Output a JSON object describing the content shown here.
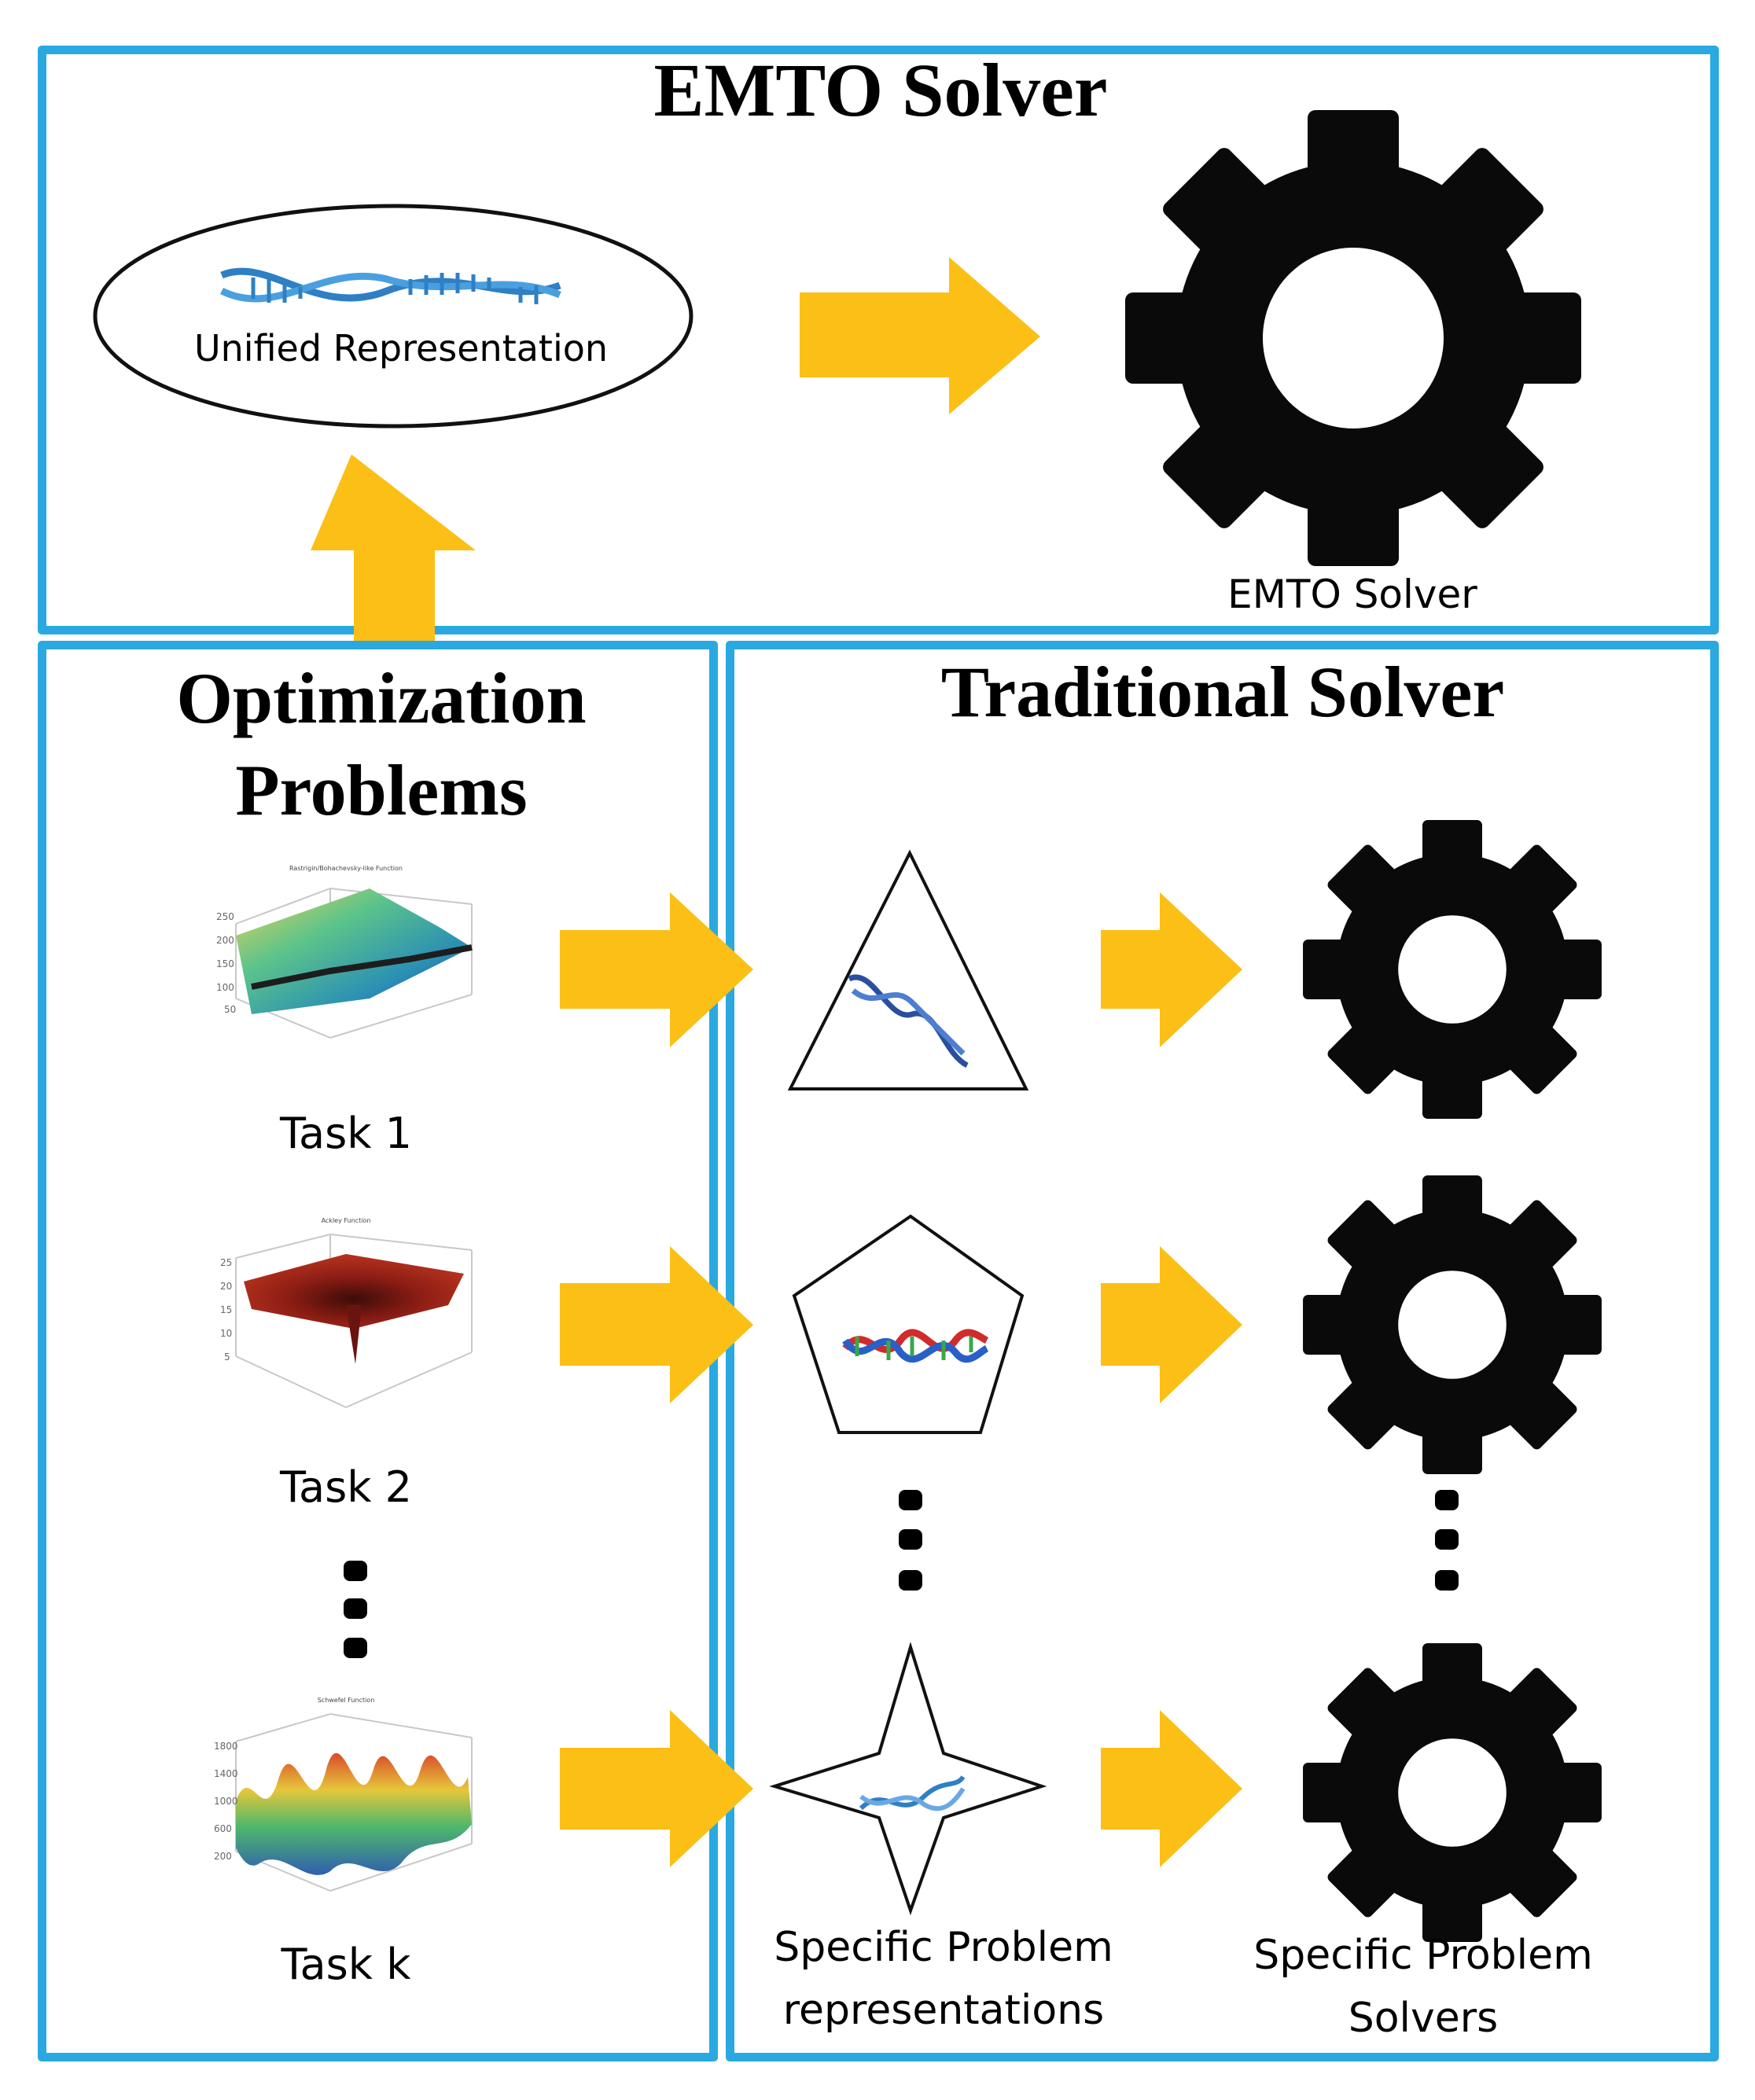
{
  "emto_panel": {
    "title": "EMTO Solver",
    "unified_label": "Unified Representation",
    "solver_label": "EMTO Solver"
  },
  "optimization_panel": {
    "title_line1": "Optimization",
    "title_line2": "Problems",
    "tasks": [
      {
        "label": "Task 1",
        "plot_title": "Rastrigin/Bohachevsky-like Function"
      },
      {
        "label": "Task 2",
        "plot_title": "Ackley Function"
      },
      {
        "label": "Task k",
        "plot_title": "Schwefel Function"
      }
    ]
  },
  "traditional_panel": {
    "title": "Traditional Solver",
    "representations_label_line1": "Specific Problem",
    "representations_label_line2": "representations",
    "solvers_label_line1": "Specific Problem",
    "solvers_label_line2": "Solvers"
  },
  "colors": {
    "panel_border": "#29a9e0",
    "arrow": "#fbbf16",
    "gear": "#0a0a0a",
    "dna_blue": "#2f7fc4"
  },
  "icons": {
    "gear": "gear-icon",
    "arrow": "arrow-right-icon",
    "dna": "dna-helix-icon"
  }
}
